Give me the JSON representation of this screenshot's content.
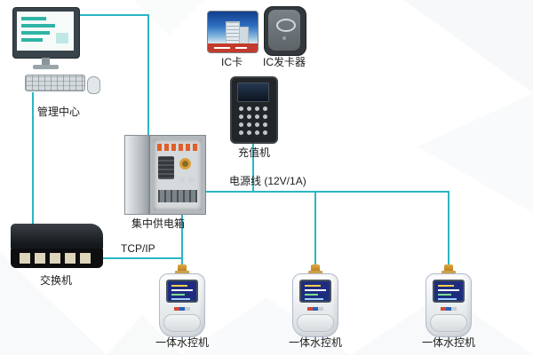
{
  "colors": {
    "connector": "#2ab6c4",
    "terminal_orange": "#e05f28",
    "lcd_navy": "#1e2c80"
  },
  "diagram": {
    "nodes": {
      "computer": {
        "label": "管理中心"
      },
      "ic_card": {
        "label": "IC卡"
      },
      "ic_issuer": {
        "label": "IC发卡器"
      },
      "recharge": {
        "label": "充值机"
      },
      "power_box": {
        "label": "集中供电箱"
      },
      "switch": {
        "label": "交换机"
      },
      "water1": {
        "label": "一体水控机"
      },
      "water2": {
        "label": "一体水控机"
      },
      "water3": {
        "label": "一体水控机"
      }
    },
    "edges": {
      "power": {
        "label": "电源线 (12V/1A)"
      },
      "network": {
        "label": "TCP/IP"
      }
    }
  }
}
